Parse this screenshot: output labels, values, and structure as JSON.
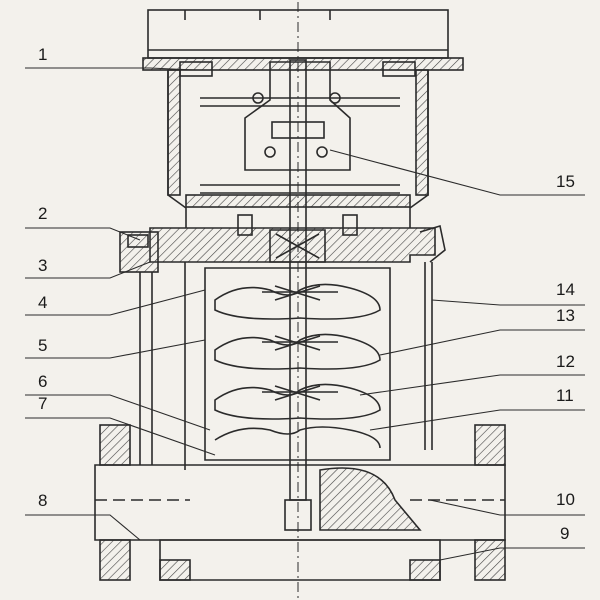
{
  "diagram": {
    "callouts_left": [
      "1",
      "2",
      "3",
      "4",
      "5",
      "6",
      "7",
      "8"
    ],
    "callouts_right": [
      "15",
      "14",
      "13",
      "12",
      "11",
      "10",
      "9"
    ]
  }
}
